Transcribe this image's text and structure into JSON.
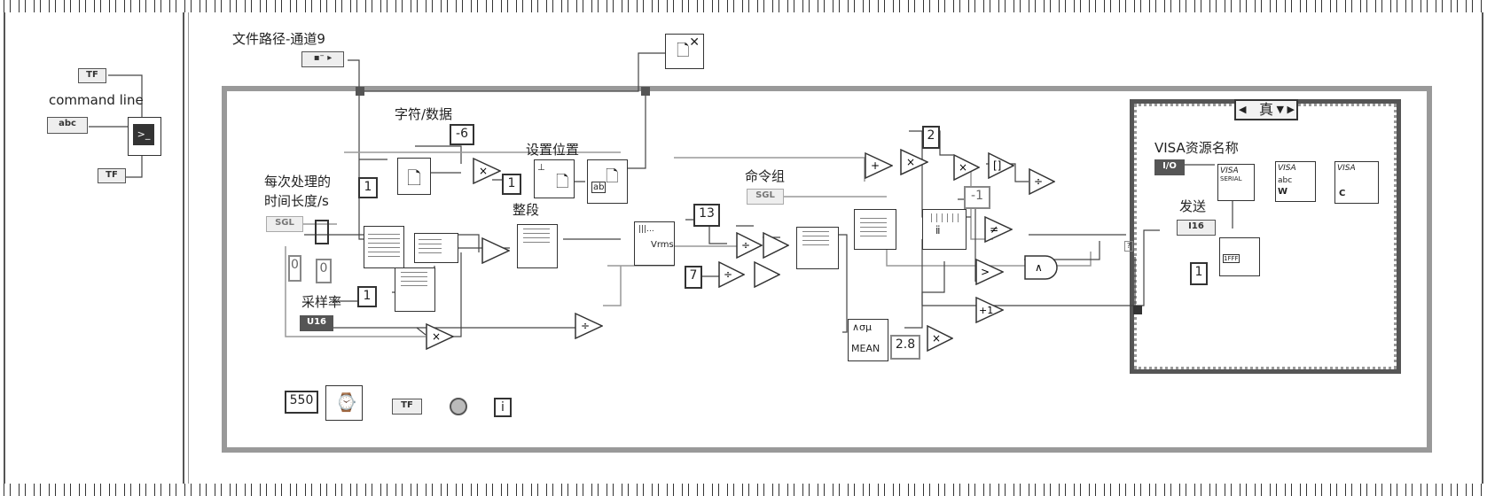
{
  "labels": {
    "command_line": "command line",
    "file_path": "文件路径-通道9",
    "char_data": "字符/数据",
    "set_position": "设置位置",
    "per_process_1": "每次处理的",
    "per_process_2": "时间长度/s",
    "whole_segment": "整段",
    "sample_rate": "采样率",
    "command_group": "命令组",
    "visa_name": "VISA资源名称",
    "send": "发送"
  },
  "constants": {
    "c_neg6": "-6",
    "c_1a": "1",
    "c_1b": "1",
    "c_1c": "1",
    "c_0a": "0",
    "c_0b": "0",
    "c_13": "13",
    "c_7": "7",
    "c_2": "2",
    "c_neg1": "-1",
    "c_550": "550",
    "c_2_8": "2.8",
    "c_1d": "1"
  },
  "terminals": {
    "tf_top": "TF",
    "abc": "abc",
    "tf_bottom": "TF",
    "path": "▪⁻ ▸",
    "sgl_1": "SGL",
    "u16": "U16",
    "sgl_2": "SGL",
    "io": "I/O",
    "i16": "I16",
    "tf_stop": "TF"
  },
  "case": {
    "selector_value": "真"
  },
  "nodes": {
    "mean_label": "MEAN",
    "vrms": "Vrms",
    "visa_serial": "VISA",
    "serial": "SERIAL",
    "loop_i": "i",
    "fff": "1FFF"
  }
}
